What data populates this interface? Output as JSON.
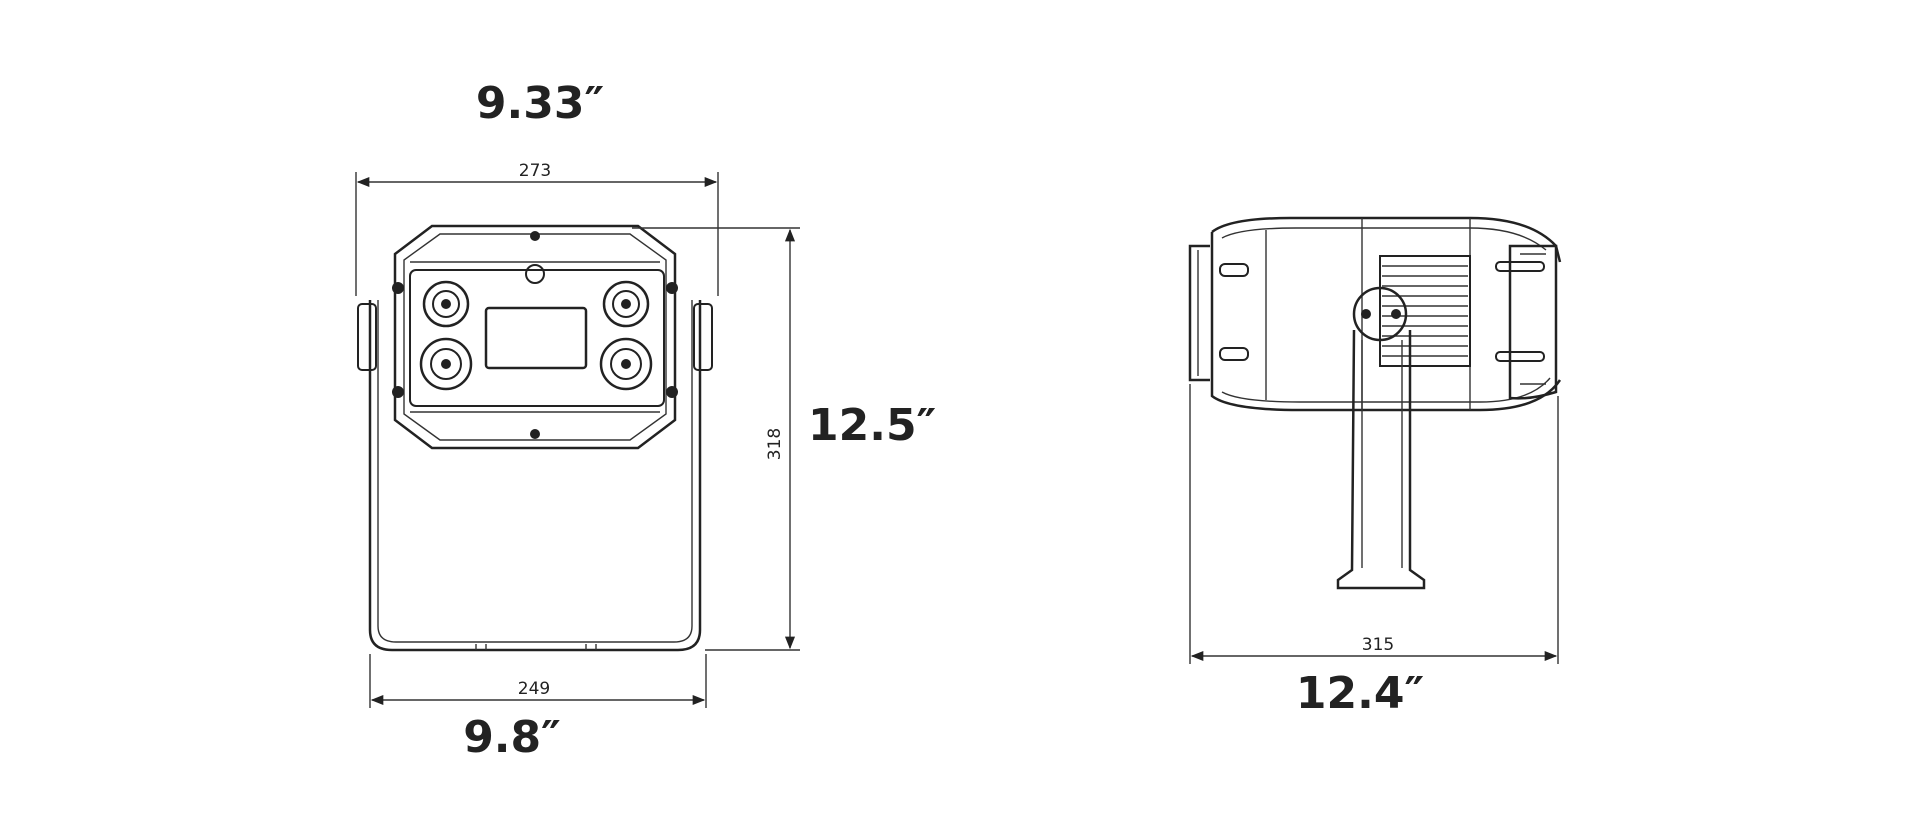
{
  "front_view": {
    "width_mm": "273",
    "width_in": "9.33″",
    "height_mm": "318",
    "height_in": "12.5″",
    "base_mm": "249",
    "base_in": "9.8″"
  },
  "side_view": {
    "length_mm": "315",
    "length_in": "12.4″"
  },
  "colors": {
    "line": "#222222",
    "background": "#ffffff"
  }
}
